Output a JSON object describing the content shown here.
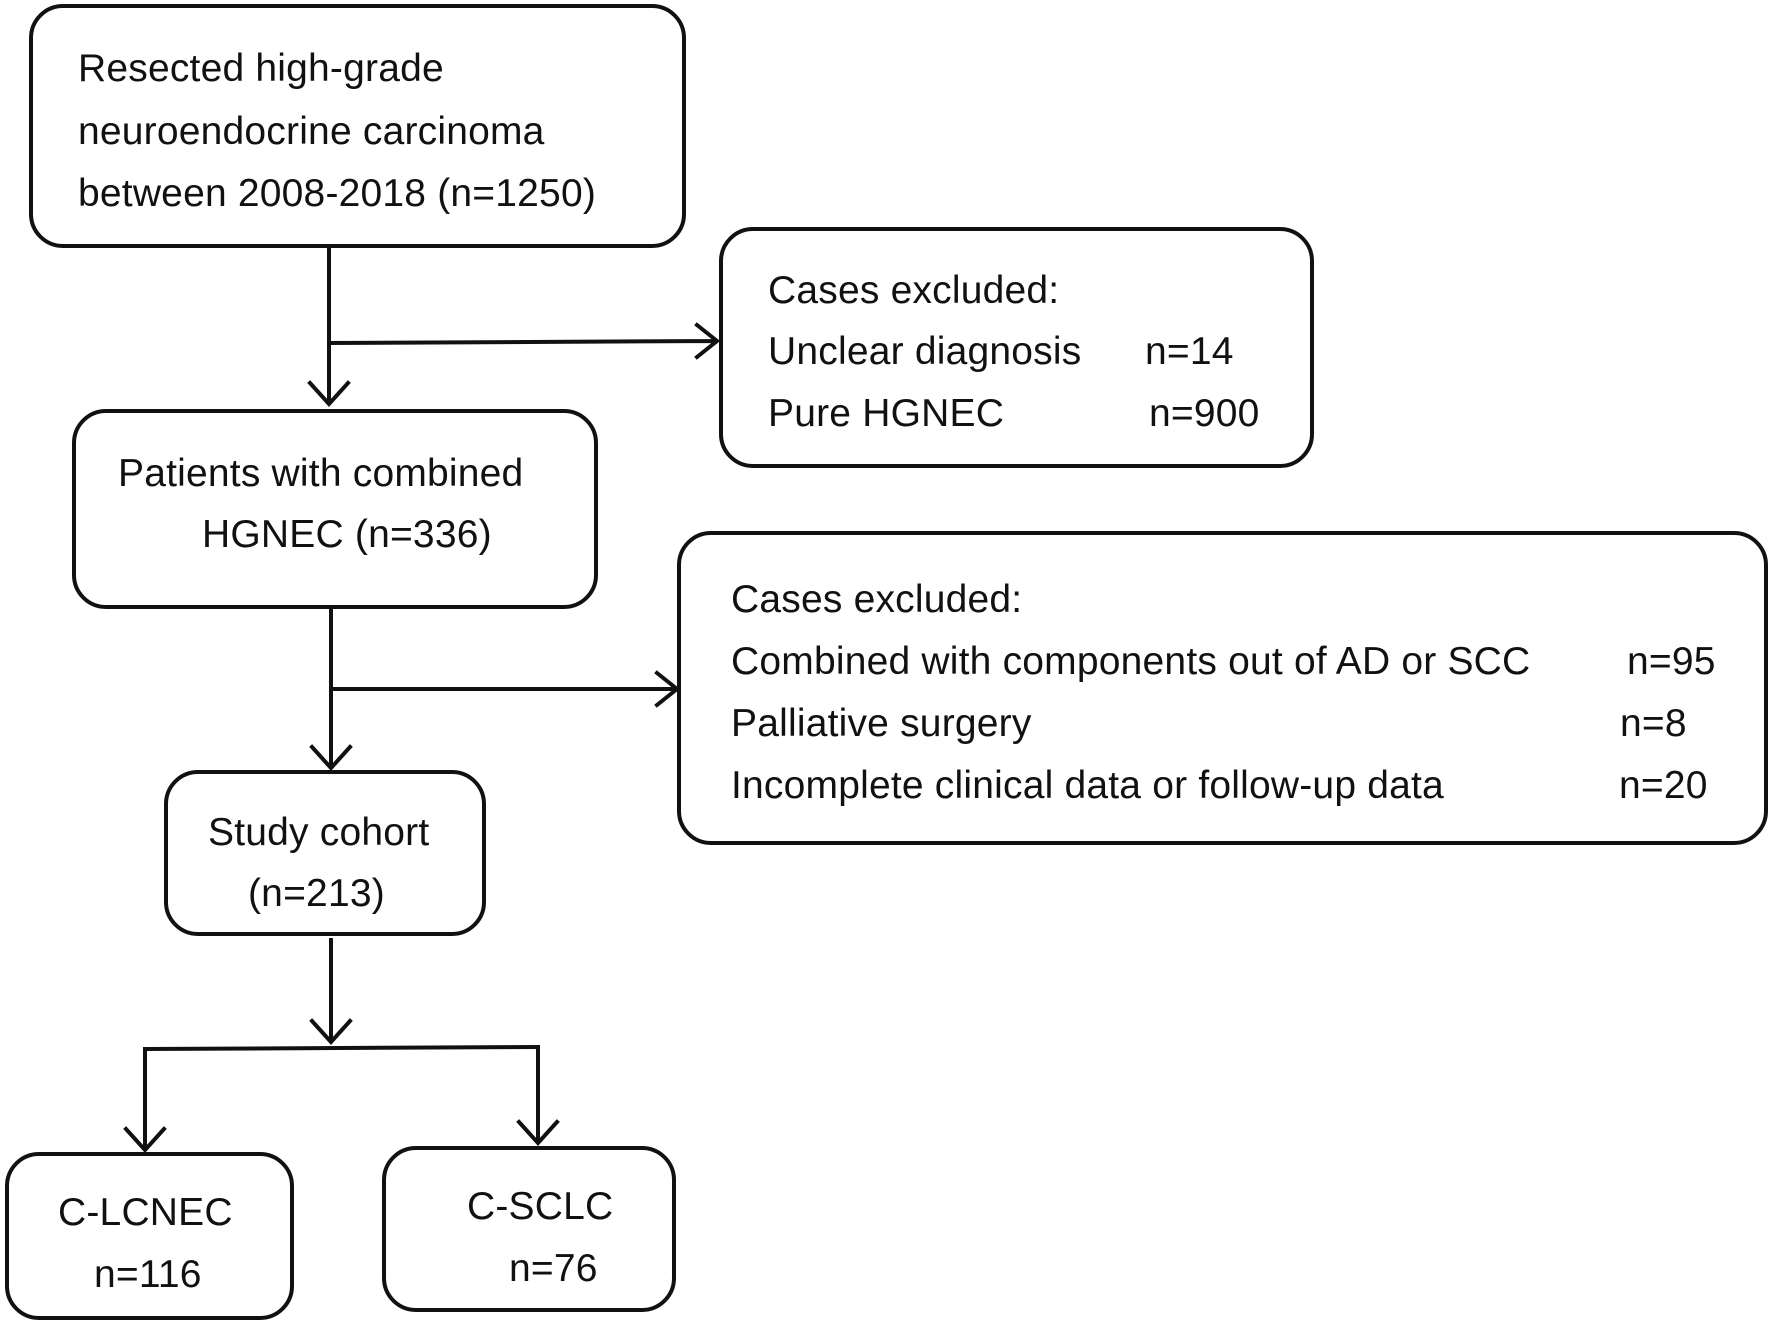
{
  "colors": {
    "stroke": "#111111",
    "background": "#ffffff",
    "text": "#111111"
  },
  "boxes": {
    "source": {
      "lines": [
        "Resected high-grade",
        "neuroendocrine carcinoma",
        "between 2008-2018 (n=1250)"
      ]
    },
    "exclusion_1": {
      "heading": "Cases excluded:",
      "items": [
        {
          "label": "Unclear diagnosis",
          "count": "n=14"
        },
        {
          "label": "Pure HGNEC",
          "count": "n=900"
        }
      ]
    },
    "combined": {
      "lines": [
        "Patients with combined",
        "HGNEC (n=336)"
      ]
    },
    "exclusion_2": {
      "heading": "Cases excluded:",
      "items": [
        {
          "label": "Combined with components out of AD or SCC",
          "count": "n=95"
        },
        {
          "label": "Palliative surgery",
          "count": "n=8"
        },
        {
          "label": "Incomplete clinical data or follow-up data",
          "count": "n=20"
        }
      ]
    },
    "cohort": {
      "lines": [
        "Study cohort",
        "(n=213)"
      ]
    },
    "lcnec": {
      "lines": [
        "C-LCNEC",
        "n=116"
      ]
    },
    "sclc": {
      "lines": [
        "C-SCLC",
        "n=76"
      ]
    }
  }
}
